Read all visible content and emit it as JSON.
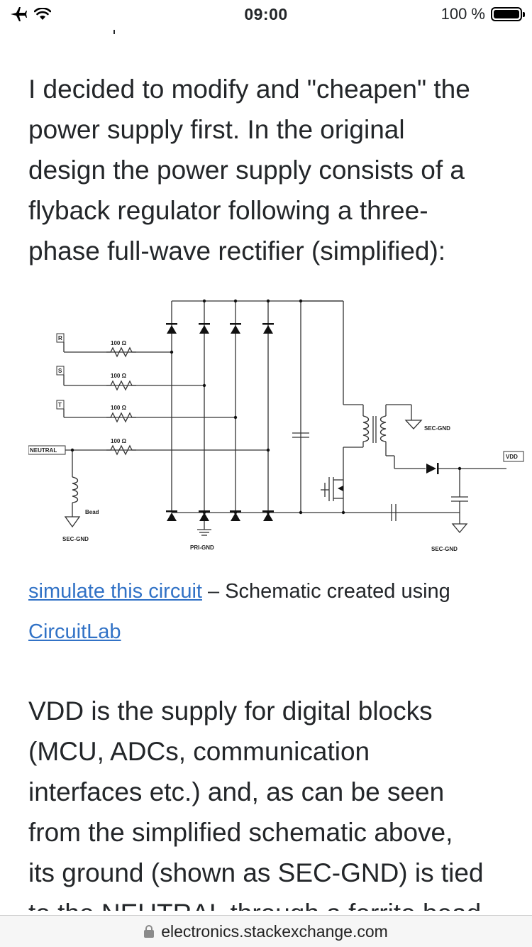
{
  "status_bar": {
    "time": "09:00",
    "battery_text": "100 %",
    "battery_level": 1.0,
    "icons": [
      "airplane-icon",
      "wifi-icon",
      "battery-icon"
    ]
  },
  "article": {
    "paragraph1_lines": [
      "I decided to modify and \"cheapen\" the",
      "power supply first. In the original",
      "design the power supply consists of a",
      "flyback regulator following a three-",
      "phase full-wave rectifier (simplified):"
    ],
    "schematic_labels": {
      "phase_r": "R",
      "phase_s": "S",
      "phase_t": "T",
      "neutral": "NEUTRAL",
      "resistor_value": "100 Ω",
      "bead": "Bead",
      "sec_gnd": "SEC-GND",
      "pri_gnd": "PRI-GND",
      "vdd": "VDD"
    },
    "caption": {
      "link1": "simulate this circuit",
      "text": " – Schematic created using ",
      "link2": "CircuitLab"
    },
    "paragraph2_lines": [
      "VDD is the supply for digital blocks",
      "(MCU, ADCs, communication",
      "interfaces etc.) and, as can be seen",
      "from the simplified schematic above,",
      "its ground (shown as SEC-GND) is tied",
      "to the NEUTRAL through a ferrite bead"
    ]
  },
  "url_bar": {
    "domain": "electronics.stackexchange.com"
  },
  "colors": {
    "text": "#232629",
    "link": "#3172c6",
    "url_bar_bg": "#f6f6f6"
  }
}
